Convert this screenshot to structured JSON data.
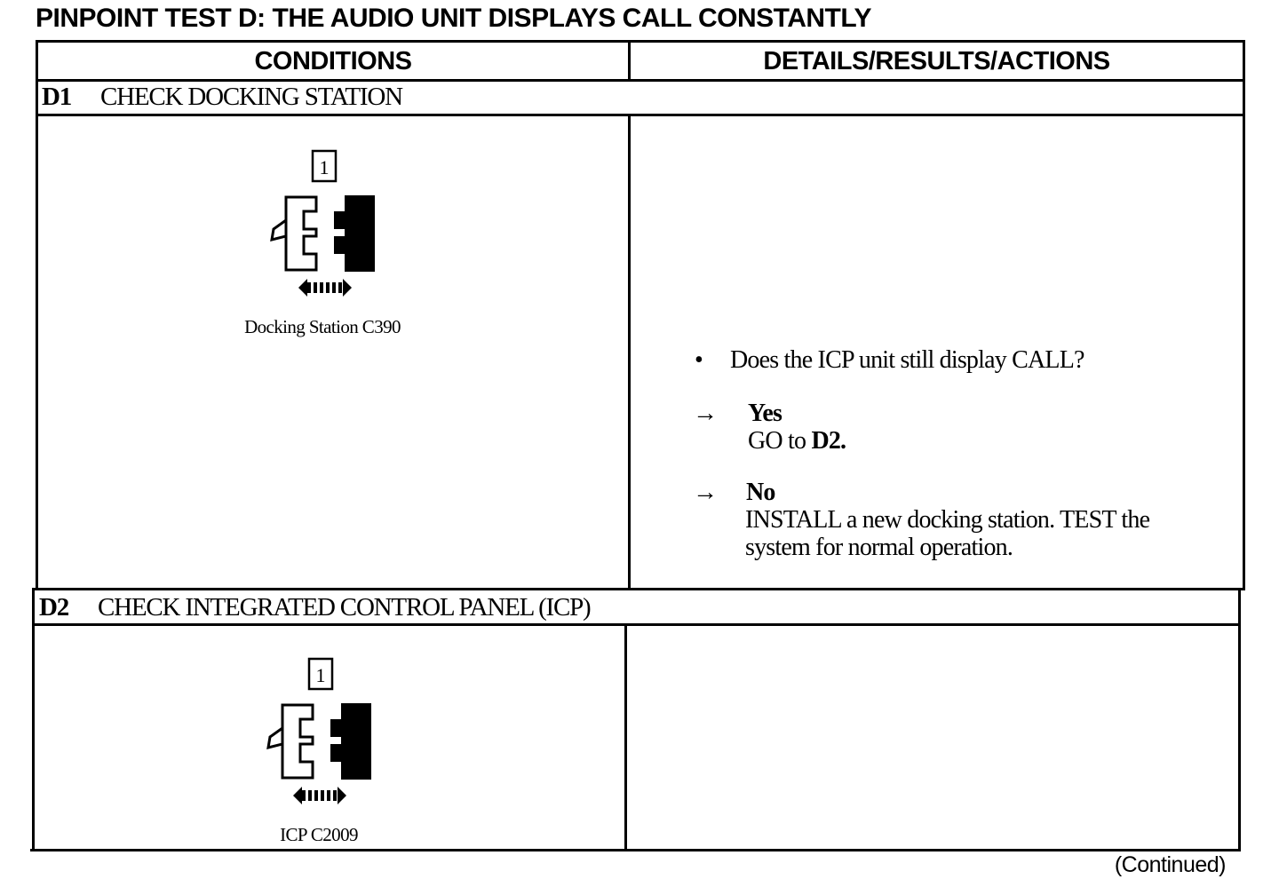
{
  "title": "PINPOINT TEST D: THE AUDIO UNIT DISPLAYS CALL CONSTANTLY",
  "columns": {
    "conditions": "CONDITIONS",
    "details": "DETAILS/RESULTS/ACTIONS"
  },
  "steps": [
    {
      "id": "D1",
      "title": "CHECK DOCKING STATION",
      "connector_pin_label": "1",
      "connector_caption": "Docking Station C390",
      "question": "Does the ICP unit still display CALL?",
      "results": [
        {
          "arrow": "→",
          "label": "Yes",
          "action_lines": [
            "GO to"
          ],
          "action_ref": "D2."
        },
        {
          "arrow": "→",
          "label": "No",
          "action_lines": [
            "INSTALL a new docking station. TEST the",
            "system for normal operation."
          ]
        }
      ]
    },
    {
      "id": "D2",
      "title": "CHECK INTEGRATED CONTROL PANEL (ICP)",
      "connector_pin_label": "1",
      "connector_caption": "ICP C2009"
    }
  ],
  "footer": {
    "continued": "(Continued)"
  },
  "icons": {
    "bullet": "•"
  }
}
